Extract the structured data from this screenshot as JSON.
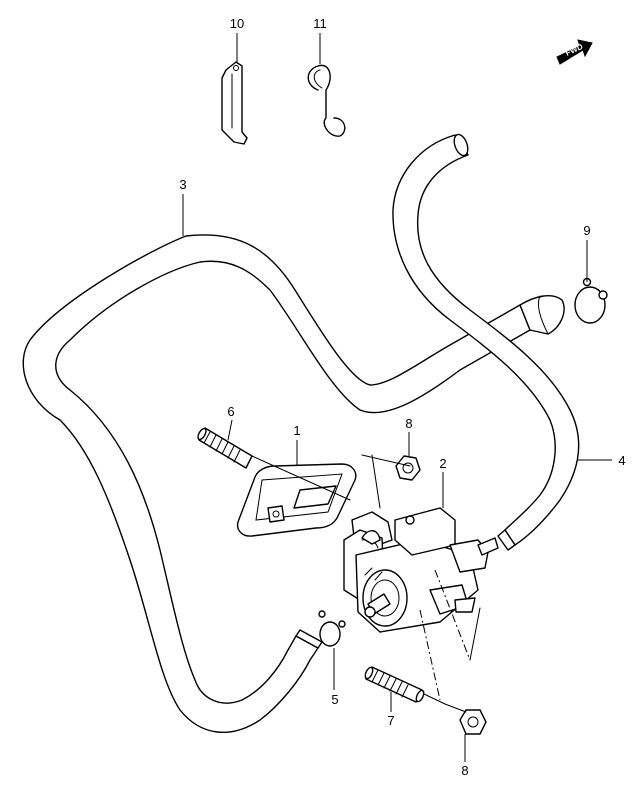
{
  "diagram": {
    "fwd_badge": "FWD",
    "callouts": [
      {
        "id": "c1",
        "text": "1"
      },
      {
        "id": "c2",
        "text": "2"
      },
      {
        "id": "c3",
        "text": "3"
      },
      {
        "id": "c4",
        "text": "4"
      },
      {
        "id": "c5",
        "text": "5"
      },
      {
        "id": "c6",
        "text": "6"
      },
      {
        "id": "c7",
        "text": "7"
      },
      {
        "id": "c8a",
        "text": "8"
      },
      {
        "id": "c8b",
        "text": "8"
      },
      {
        "id": "c9",
        "text": "9"
      },
      {
        "id": "c10",
        "text": "10"
      },
      {
        "id": "c11",
        "text": "11"
      }
    ]
  }
}
